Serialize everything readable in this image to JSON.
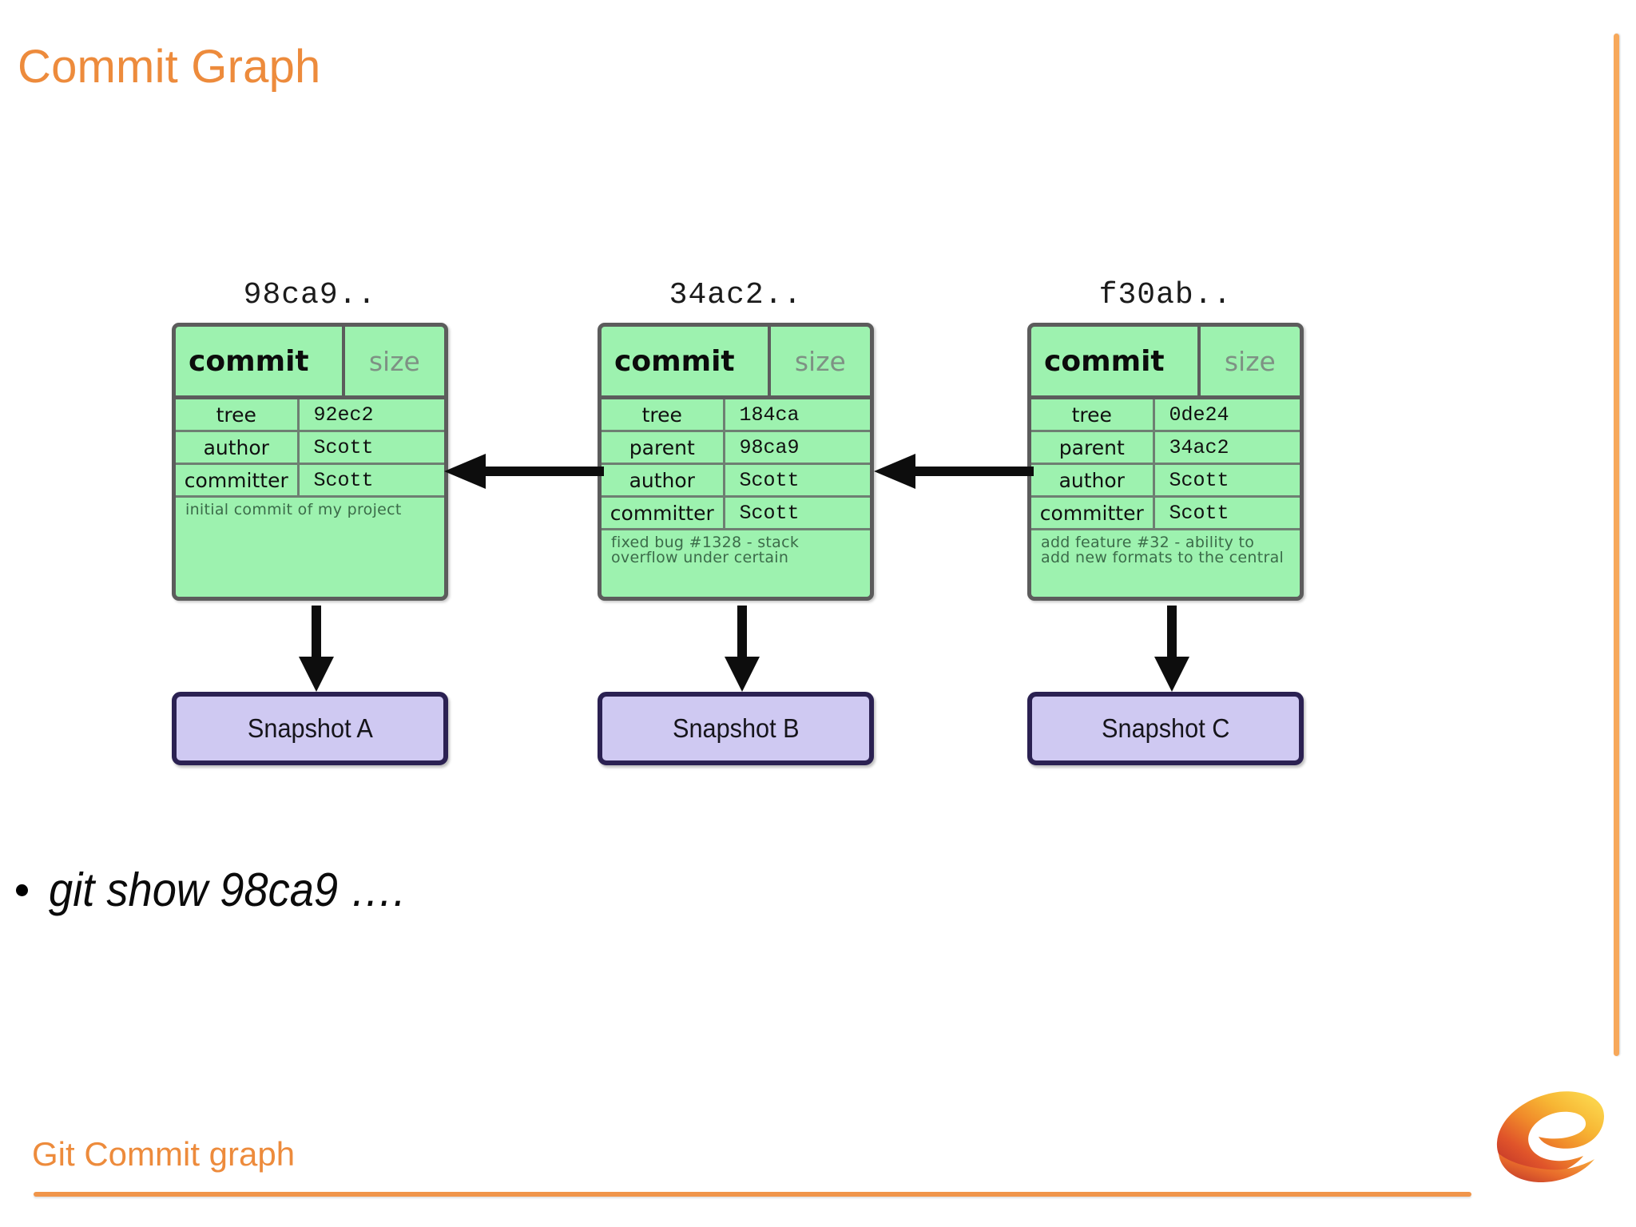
{
  "slide": {
    "title": "Commit Graph",
    "footer": "Git Commit graph",
    "accent_color": "#ED8B3C",
    "rule_color": "#F0954A"
  },
  "bullets": [
    {
      "text": "git show 98ca9 …."
    }
  ],
  "logo": {
    "name": "e-logo",
    "colors": [
      "#F5C03A",
      "#F08A22",
      "#D9452E"
    ]
  },
  "diagram": {
    "commit_color": "#9DF2AF",
    "commit_border": "#5C5C5C",
    "snapshot_color": "#CFC9F2",
    "snapshot_border": "#2B2152",
    "header_type": "commit",
    "header_size": "size",
    "commits": [
      {
        "hash": "98ca9..",
        "rows": [
          {
            "key": "tree",
            "value": "92ec2"
          },
          {
            "key": "author",
            "value": "Scott"
          },
          {
            "key": "committer",
            "value": "Scott"
          }
        ],
        "message": "initial commit of my project",
        "snapshot": "Snapshot A"
      },
      {
        "hash": "34ac2..",
        "rows": [
          {
            "key": "tree",
            "value": "184ca"
          },
          {
            "key": "parent",
            "value": "98ca9"
          },
          {
            "key": "author",
            "value": "Scott"
          },
          {
            "key": "committer",
            "value": "Scott"
          }
        ],
        "message": "fixed bug #1328 - stack\noverflow under certain",
        "snapshot": "Snapshot B"
      },
      {
        "hash": "f30ab..",
        "rows": [
          {
            "key": "tree",
            "value": "0de24"
          },
          {
            "key": "parent",
            "value": "34ac2"
          },
          {
            "key": "author",
            "value": "Scott"
          },
          {
            "key": "committer",
            "value": "Scott"
          }
        ],
        "message": "add feature #32 - ability to\nadd new formats to the central",
        "snapshot": "Snapshot C"
      }
    ]
  }
}
